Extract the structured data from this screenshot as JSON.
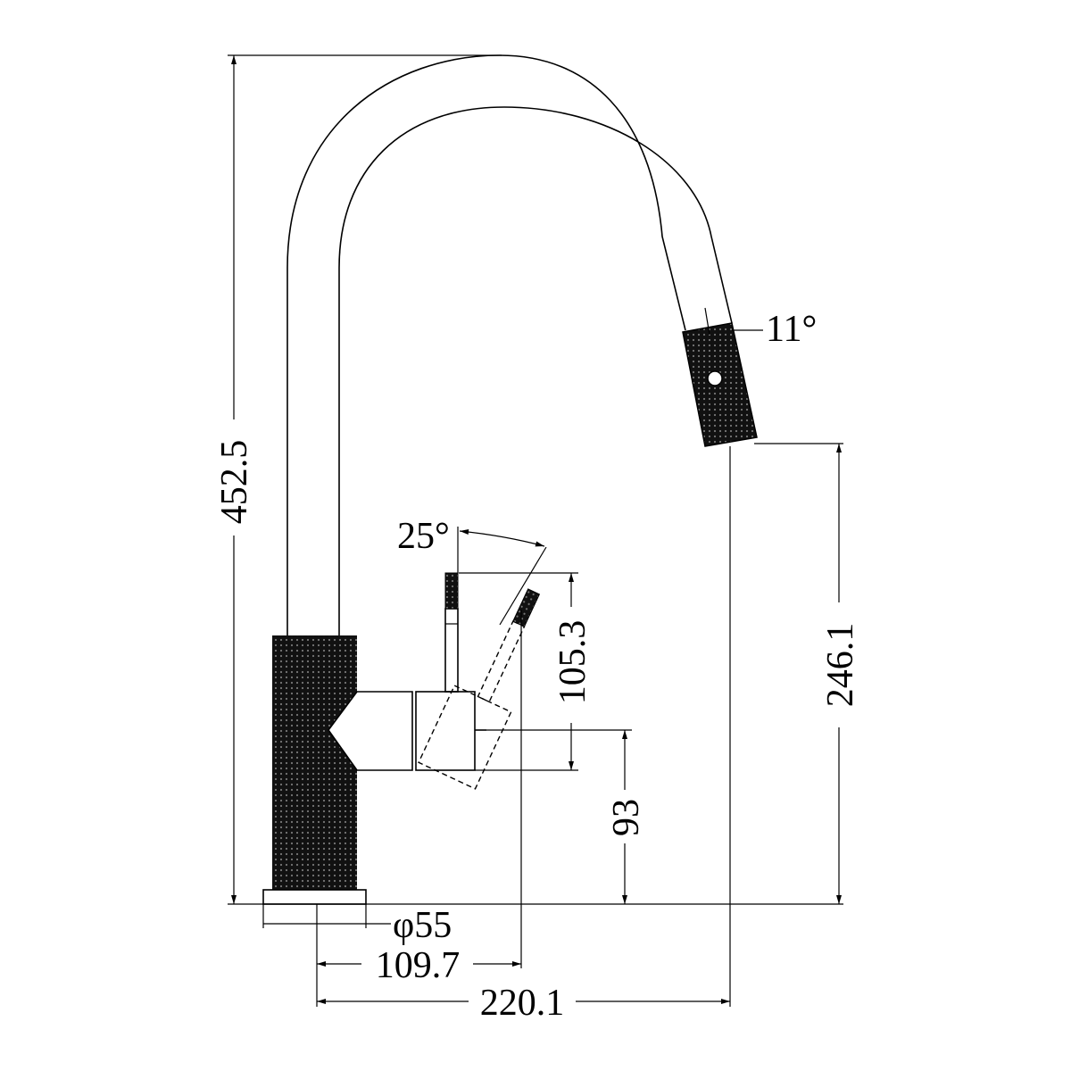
{
  "dimensions": {
    "overall_height": "452.5",
    "spout_angle": "11°",
    "lever_angle": "25°",
    "lever_height": "105.3",
    "outlet_height": "93",
    "spout_outlet_height": "246.1",
    "base_diameter": "φ55",
    "lever_reach": "109.7",
    "spout_reach": "220.1"
  },
  "colors": {
    "line": "#000000",
    "background": "#ffffff"
  }
}
